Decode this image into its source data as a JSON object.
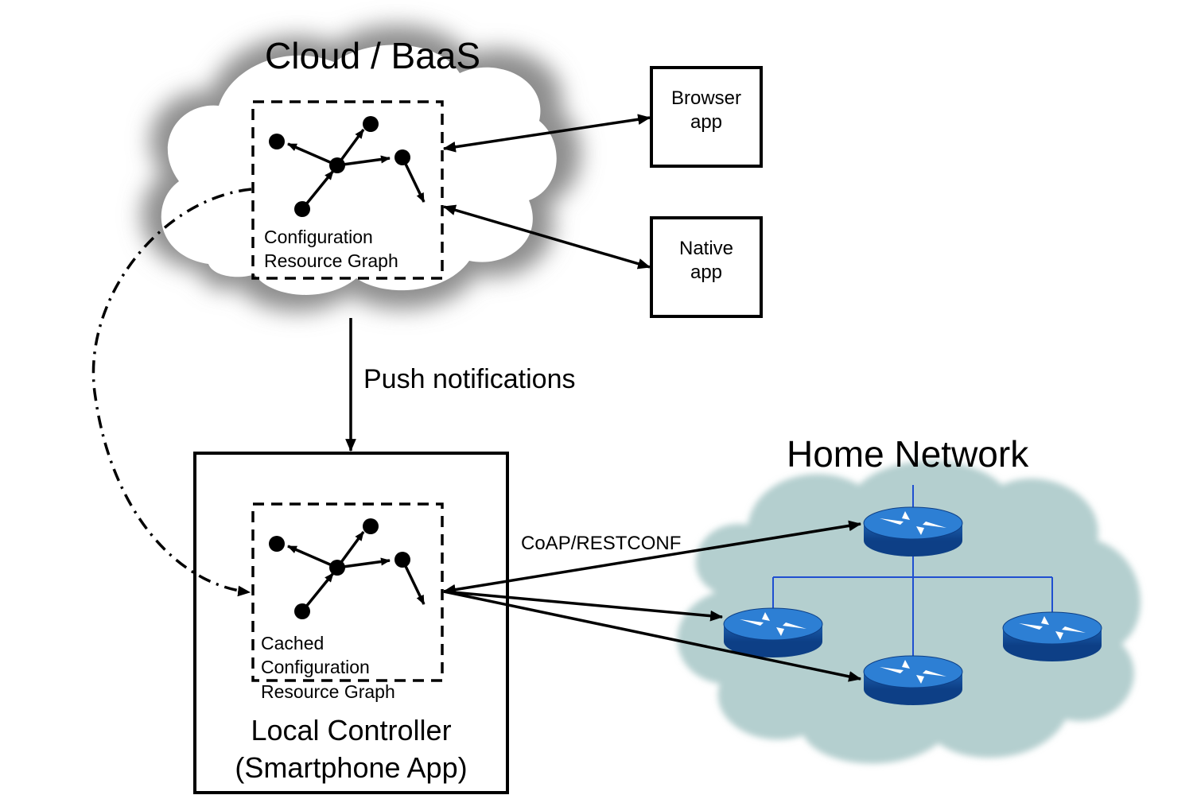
{
  "cloud": {
    "title": "Cloud / BaaS",
    "graph_label_line1": "Configuration",
    "graph_label_line2": "Resource Graph"
  },
  "apps": {
    "browser_line1": "Browser",
    "browser_line2": "app",
    "native_line1": "Native",
    "native_line2": "app"
  },
  "push_label": "Push notifications",
  "controller": {
    "title_line1": "Local Controller",
    "title_line2": "(Smartphone App)",
    "graph_label_line1": "Cached",
    "graph_label_line2": "Configuration",
    "graph_label_line3": "Resource Graph"
  },
  "home": {
    "title": "Home Network",
    "protocol_label": "CoAP/RESTCONF"
  },
  "colors": {
    "router_fill": "#1a63b8",
    "router_top": "#2d7fd4",
    "home_cloud": "#b4cfcf",
    "link_blue": "#1f4fd0",
    "cloud_shadow": "#8e8e8e"
  }
}
